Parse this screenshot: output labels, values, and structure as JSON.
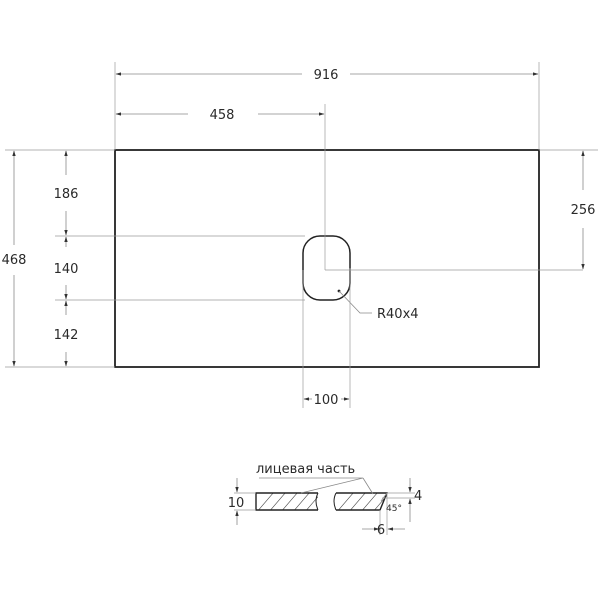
{
  "drawing": {
    "type": "technical-drawing",
    "units": "mm",
    "top_view": {
      "overall_width": "916",
      "half_width": "458",
      "overall_height": "468",
      "left_dims": [
        "186",
        "140",
        "142"
      ],
      "right_dim": "256",
      "cutout_width": "100",
      "cutout_radius_label": "R40x4"
    },
    "section_view": {
      "face_label": "лицевая часть",
      "thickness": "10",
      "bevel_height": "4",
      "bevel_width": "6",
      "bevel_angle": "45°"
    }
  }
}
